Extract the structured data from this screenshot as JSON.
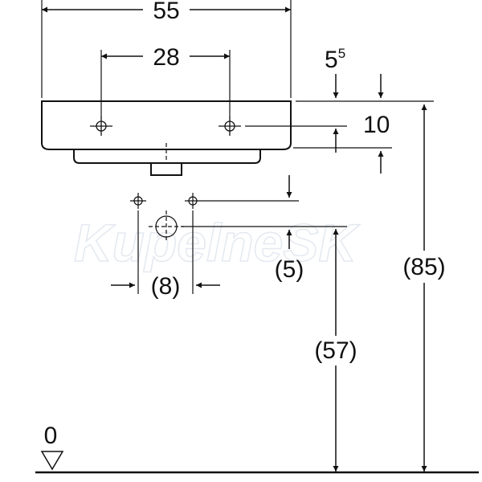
{
  "watermark": "KupelneSK",
  "dimensions": {
    "overall_width": "55",
    "tap_hole_spacing": "28",
    "rim_thickness_base": "5",
    "rim_thickness_sup": "5",
    "basin_depth": "10",
    "overall_height": "(85)",
    "rim_height": "(57)",
    "fixing_offset": "(5)",
    "fixing_spacing": "(8)",
    "floor_level": "0"
  }
}
